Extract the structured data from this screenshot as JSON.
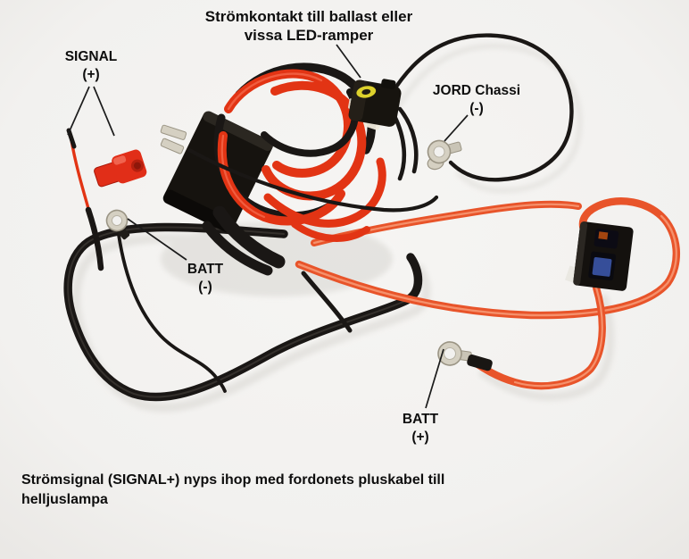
{
  "colors": {
    "photo_background": "#f2f1ef",
    "cable_orange": "#e8542a",
    "cable_orange_highlight": "#f79b77",
    "cable_red": "#e23414",
    "cable_red_highlight": "#f4684a",
    "cable_black": "#1a1715",
    "cable_black_highlight": "#4a4540",
    "seal_yellow": "#ddd12c",
    "terminal_silver": "#d5d0c2",
    "terminal_edge": "#9a9484",
    "fuse_body": "#14110e",
    "fuse_blue": "#3b55a8",
    "splice_red": "#e12e18",
    "shadow": "#dcdad6",
    "text": "#0e0e0e",
    "leader_line": "#1b1b1b"
  },
  "photo": {
    "description": "Wiring harness kit on light background",
    "parts": [
      "wire-bundle",
      "relay",
      "ballast-connector",
      "fuse-holder",
      "quick-splice-connector",
      "ring-terminal-jord",
      "ring-terminal-batt-minus",
      "ring-terminal-batt-plus",
      "signal-wire"
    ]
  },
  "annotations": {
    "stromkontakt": {
      "line1": "Strömkontakt till ballast eller",
      "line2": "vissa LED-ramper"
    },
    "signal": {
      "label": "SIGNAL",
      "polarity": "(+)"
    },
    "jord": {
      "label": "JORD Chassi",
      "polarity": "(-)"
    },
    "batt_minus": {
      "label": "BATT",
      "polarity": "(-)"
    },
    "batt_plus": {
      "label": "BATT",
      "polarity": "(+)"
    }
  },
  "caption": {
    "line1": "Strömsignal (SIGNAL+) nyps ihop med fordonets pluskabel till",
    "line2": "helljuslampa"
  }
}
